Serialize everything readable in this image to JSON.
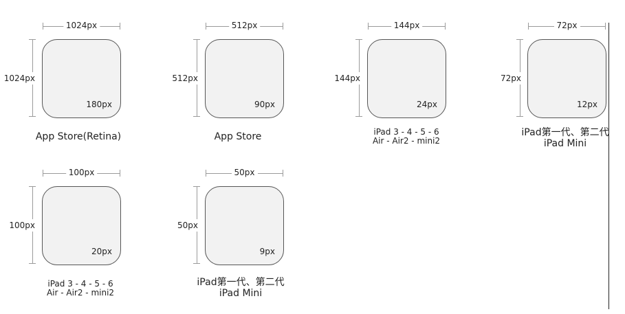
{
  "icons": [
    {
      "width_label": "1024px",
      "height_label": "1024px",
      "corner_radius_label": "180px",
      "caption_lines": [
        "App Store(Retina)"
      ]
    },
    {
      "width_label": "512px",
      "height_label": "512px",
      "corner_radius_label": "90px",
      "caption_lines": [
        "App Store"
      ]
    },
    {
      "width_label": "144px",
      "height_label": "144px",
      "corner_radius_label": "24px",
      "caption_lines": [
        "iPad 3 - 4 - 5 - 6",
        "Air - Air2 - mini2"
      ]
    },
    {
      "width_label": "72px",
      "height_label": "72px",
      "corner_radius_label": "12px",
      "caption_lines": [
        "iPad第一代、第二代",
        "iPad Mini"
      ]
    },
    {
      "width_label": "100px",
      "height_label": "100px",
      "corner_radius_label": "20px",
      "caption_lines": [
        "iPad 3 - 4 - 5 - 6",
        "Air - Air2 - mini2"
      ]
    },
    {
      "width_label": "50px",
      "height_label": "50px",
      "corner_radius_label": "9px",
      "caption_lines": [
        "iPad第一代、第二代",
        "iPad Mini"
      ]
    }
  ]
}
